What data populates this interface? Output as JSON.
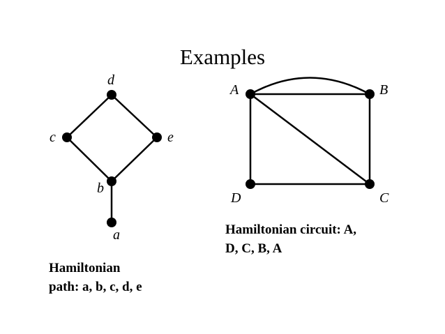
{
  "title": "Examples",
  "graph_path": {
    "vertex_labels": {
      "a": "a",
      "b": "b",
      "c": "c",
      "d": "d",
      "e": "e"
    },
    "caption_lines": [
      "Hamiltonian",
      "path: a, b, c, d, e"
    ]
  },
  "graph_circuit": {
    "vertex_labels": {
      "A": "A",
      "B": "B",
      "C": "C",
      "D": "D"
    },
    "caption_lines": [
      "Hamiltonian circuit: A,",
      "D, C, B, A"
    ]
  },
  "colors": {
    "ink": "#000000",
    "background": "#ffffff"
  }
}
